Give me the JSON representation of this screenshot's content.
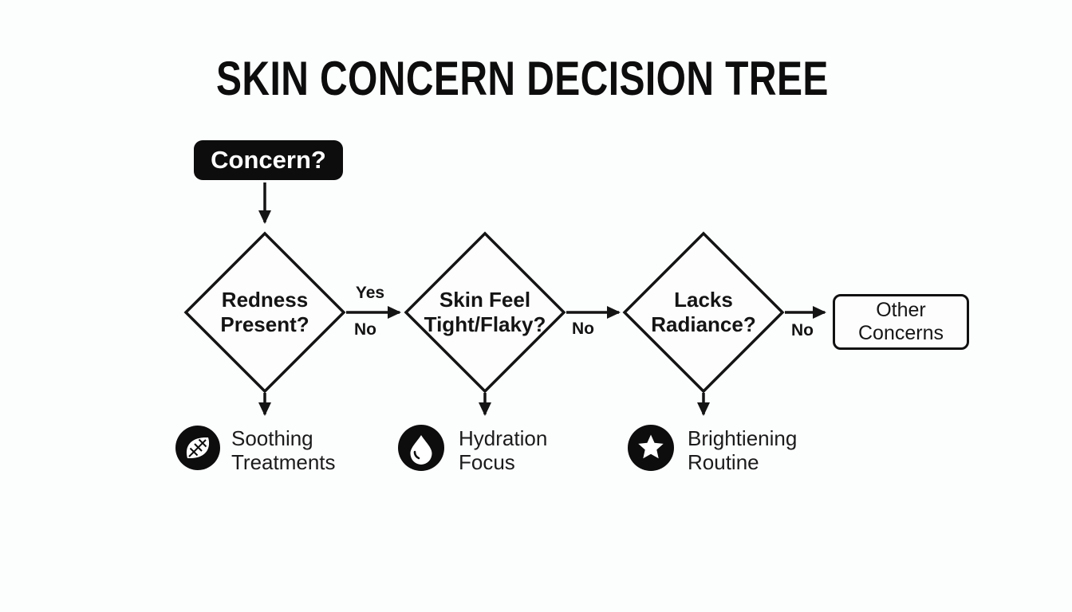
{
  "title": "SKIN CONCERN DECISION TREE",
  "colors": {
    "background": "#fcfdfd",
    "ink": "#141414",
    "node_fill": "#fdfdfd",
    "badge_background": "#0d0d0d",
    "badge_text": "#ffffff"
  },
  "flow": {
    "start": {
      "label": "Concern?"
    },
    "decisions": [
      {
        "label": "Redness\nPresent?"
      },
      {
        "label": "Skin Feel\nTight/Flaky?"
      },
      {
        "label": "Lacks\nRadiance?"
      }
    ],
    "edges": {
      "edge1": {
        "top_label": "Yes",
        "bottom_label": "No"
      },
      "edge2": {
        "bottom_label": "No"
      },
      "edge3": {
        "bottom_label": "No"
      }
    },
    "outcomes": [
      {
        "icon": "leaf-icon",
        "label": "Soothing\nTreatments"
      },
      {
        "icon": "droplet-icon",
        "label": "Hydration\nFocus"
      },
      {
        "icon": "star-icon",
        "label": "Brightiening\nRoutine"
      }
    ],
    "terminal": {
      "label": "Other\nConcerns"
    }
  }
}
